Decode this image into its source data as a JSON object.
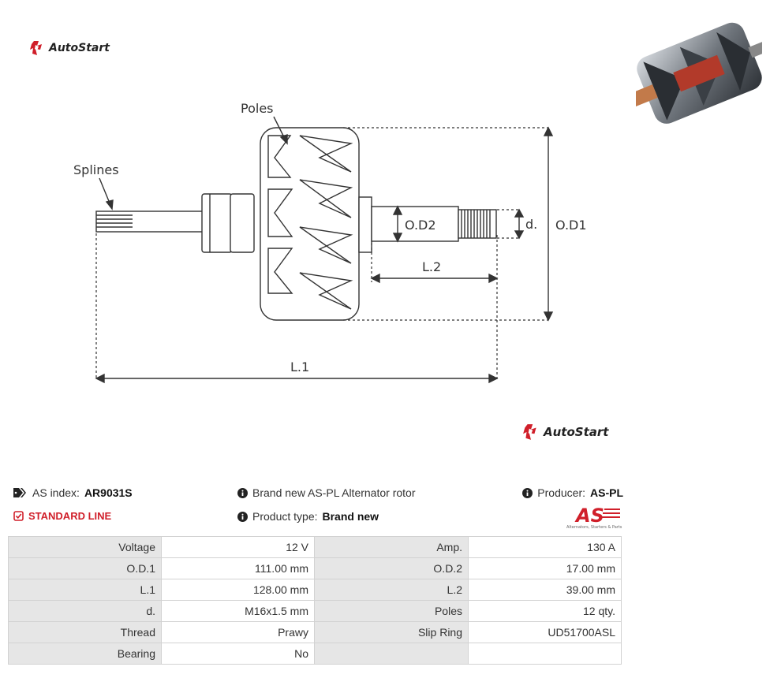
{
  "brand": {
    "name": "AutoStart"
  },
  "drawing": {
    "labels": {
      "poles": "Poles",
      "splines": "Splines",
      "od1": "O.D1",
      "od2": "O.D2",
      "d": "d.",
      "l1": "L.1",
      "l2": "L.2"
    }
  },
  "product": {
    "index_label": "AS index:",
    "index_value": "AR9031S",
    "line": "STANDARD LINE",
    "description": "Brand new AS-PL Alternator rotor",
    "type_label": "Product type:",
    "type_value": "Brand new",
    "producer_label": "Producer:",
    "producer_value": "AS-PL",
    "producer_logo_text": "AS",
    "producer_logo_tagline": "Alternators, Starters & Parts"
  },
  "specs": [
    [
      "Voltage",
      "12 V",
      "Amp.",
      "130 A"
    ],
    [
      "O.D.1",
      "111.00 mm",
      "O.D.2",
      "17.00 mm"
    ],
    [
      "L.1",
      "128.00 mm",
      "L.2",
      "39.00 mm"
    ],
    [
      "d.",
      "M16x1.5 mm",
      "Poles",
      "12 qty."
    ],
    [
      "Thread",
      "Prawy",
      "Slip Ring",
      "UD51700ASL"
    ],
    [
      "Bearing",
      "No",
      "",
      ""
    ]
  ],
  "colors": {
    "accent": "#d01f2a",
    "text": "#222222",
    "key_cell": "#e6e6e6"
  }
}
